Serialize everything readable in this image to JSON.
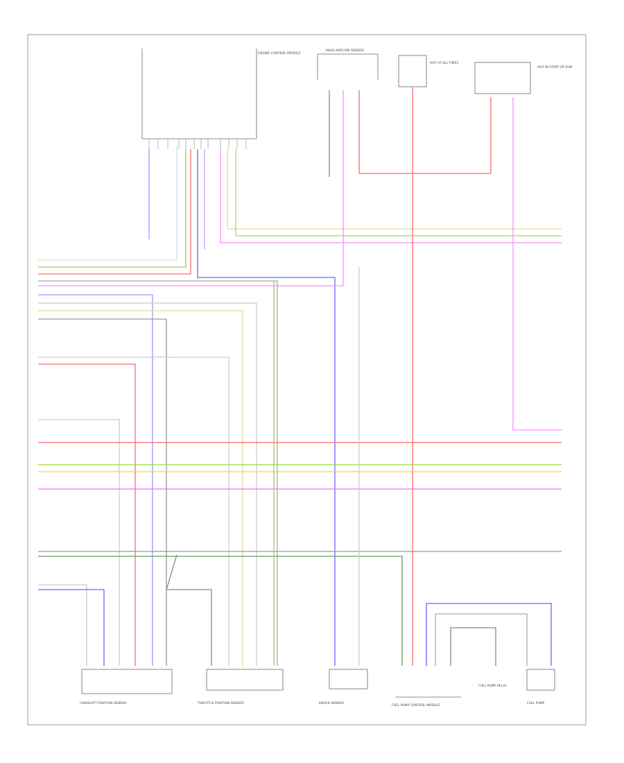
{
  "diagram": {
    "blocks": {
      "top_left_module": "ENGINE CONTROL MODULE",
      "top_mid_sensor": "MASS AIRFLOW SENSOR",
      "top_right_a": "HOT AT ALL TIMES",
      "top_right_b": "HOT IN START OR RUN",
      "bottom_1": "CAMSHAFT POSITION SENSOR",
      "bottom_2": "THROTTLE POSITION SENSOR",
      "bottom_3": "KNOCK SENSOR",
      "bottom_4": "FUEL PUMP CONTROL MODULE",
      "bottom_5": "FUEL PUMP RELAY",
      "bottom_6": "FUEL PUMP"
    }
  }
}
